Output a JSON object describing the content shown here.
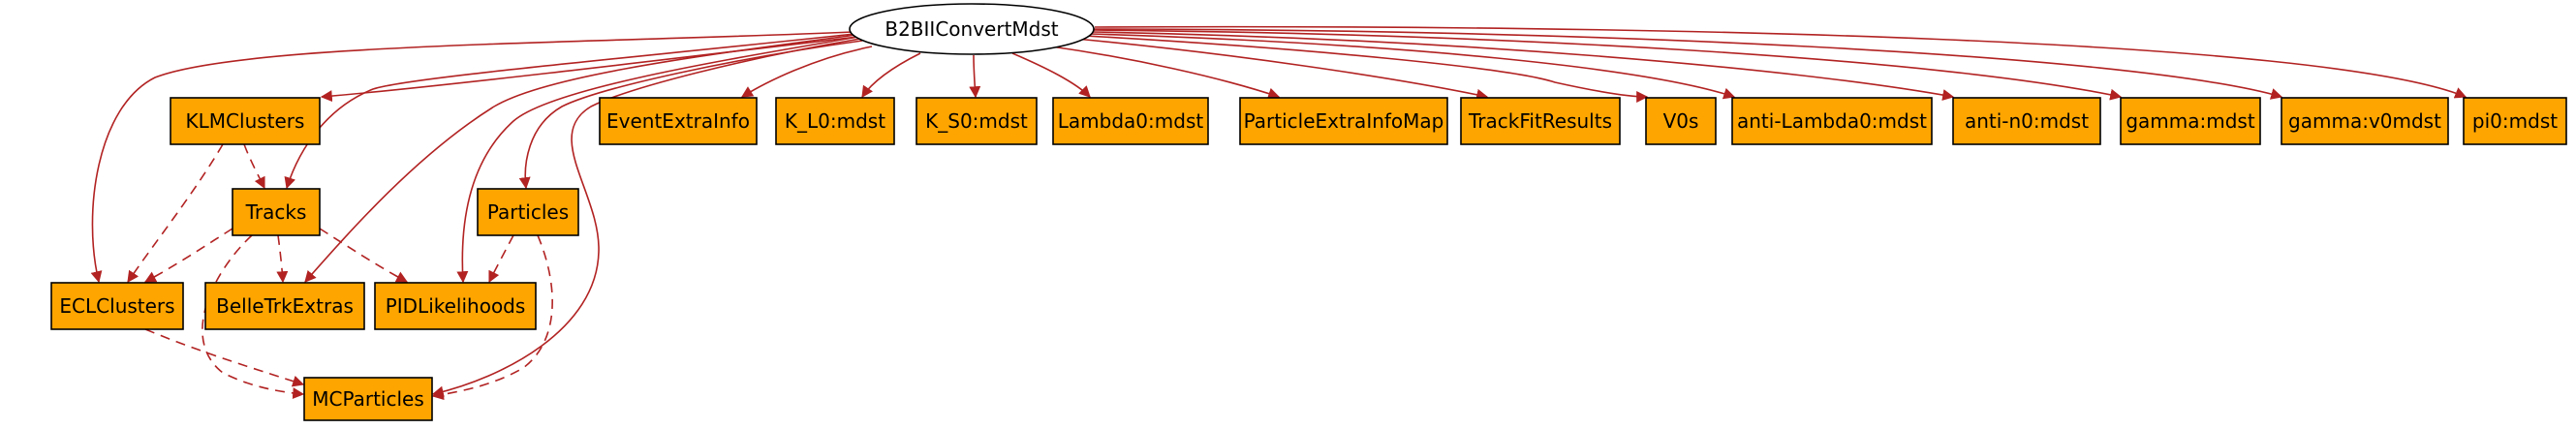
{
  "colors": {
    "node_fill": "#ffa500",
    "root_fill": "#ffffff",
    "edge": "#b22222",
    "outline": "#000000"
  },
  "root": {
    "id": "root",
    "label": "B2BIIConvertMdst"
  },
  "nodes": [
    {
      "id": "klmclusters",
      "label": "KLMClusters"
    },
    {
      "id": "tracks",
      "label": "Tracks"
    },
    {
      "id": "eclclusters",
      "label": "ECLClusters"
    },
    {
      "id": "belletrkextras",
      "label": "BelleTrkExtras"
    },
    {
      "id": "pidlikelihoods",
      "label": "PIDLikelihoods"
    },
    {
      "id": "mcparticles",
      "label": "MCParticles"
    },
    {
      "id": "particles",
      "label": "Particles"
    },
    {
      "id": "eventextrainfo",
      "label": "EventExtraInfo"
    },
    {
      "id": "kl0mdst",
      "label": "K_L0:mdst"
    },
    {
      "id": "ks0mdst",
      "label": "K_S0:mdst"
    },
    {
      "id": "lambda0mdst",
      "label": "Lambda0:mdst"
    },
    {
      "id": "particleextrainfomap",
      "label": "ParticleExtraInfoMap"
    },
    {
      "id": "trackfitresults",
      "label": "TrackFitResults"
    },
    {
      "id": "v0s",
      "label": "V0s"
    },
    {
      "id": "antilambda0mdst",
      "label": "anti-Lambda0:mdst"
    },
    {
      "id": "antin0mdst",
      "label": "anti-n0:mdst"
    },
    {
      "id": "gammamdst",
      "label": "gamma:mdst"
    },
    {
      "id": "gammav0mdst",
      "label": "gamma:v0mdst"
    },
    {
      "id": "pi0mdst",
      "label": "pi0:mdst"
    }
  ],
  "edges": [
    {
      "from": "root",
      "to": "klmclusters",
      "style": "solid"
    },
    {
      "from": "root",
      "to": "tracks",
      "style": "solid"
    },
    {
      "from": "root",
      "to": "eclclusters",
      "style": "solid"
    },
    {
      "from": "root",
      "to": "belletrkextras",
      "style": "solid"
    },
    {
      "from": "root",
      "to": "pidlikelihoods",
      "style": "solid"
    },
    {
      "from": "root",
      "to": "mcparticles",
      "style": "solid"
    },
    {
      "from": "root",
      "to": "particles",
      "style": "solid"
    },
    {
      "from": "root",
      "to": "eventextrainfo",
      "style": "solid"
    },
    {
      "from": "root",
      "to": "kl0mdst",
      "style": "solid"
    },
    {
      "from": "root",
      "to": "ks0mdst",
      "style": "solid"
    },
    {
      "from": "root",
      "to": "lambda0mdst",
      "style": "solid"
    },
    {
      "from": "root",
      "to": "particleextrainfomap",
      "style": "solid"
    },
    {
      "from": "root",
      "to": "trackfitresults",
      "style": "solid"
    },
    {
      "from": "root",
      "to": "v0s",
      "style": "solid"
    },
    {
      "from": "root",
      "to": "antilambda0mdst",
      "style": "solid"
    },
    {
      "from": "root",
      "to": "antin0mdst",
      "style": "solid"
    },
    {
      "from": "root",
      "to": "gammamdst",
      "style": "solid"
    },
    {
      "from": "root",
      "to": "gammav0mdst",
      "style": "solid"
    },
    {
      "from": "root",
      "to": "pi0mdst",
      "style": "solid"
    },
    {
      "from": "klmclusters",
      "to": "tracks",
      "style": "dashed"
    },
    {
      "from": "klmclusters",
      "to": "eclclusters",
      "style": "dashed"
    },
    {
      "from": "tracks",
      "to": "eclclusters",
      "style": "dashed"
    },
    {
      "from": "tracks",
      "to": "belletrkextras",
      "style": "dashed"
    },
    {
      "from": "tracks",
      "to": "pidlikelihoods",
      "style": "dashed"
    },
    {
      "from": "tracks",
      "to": "mcparticles",
      "style": "dashed"
    },
    {
      "from": "eclclusters",
      "to": "mcparticles",
      "style": "dashed"
    },
    {
      "from": "particles",
      "to": "pidlikelihoods",
      "style": "dashed"
    },
    {
      "from": "particles",
      "to": "mcparticles",
      "style": "dashed"
    }
  ]
}
